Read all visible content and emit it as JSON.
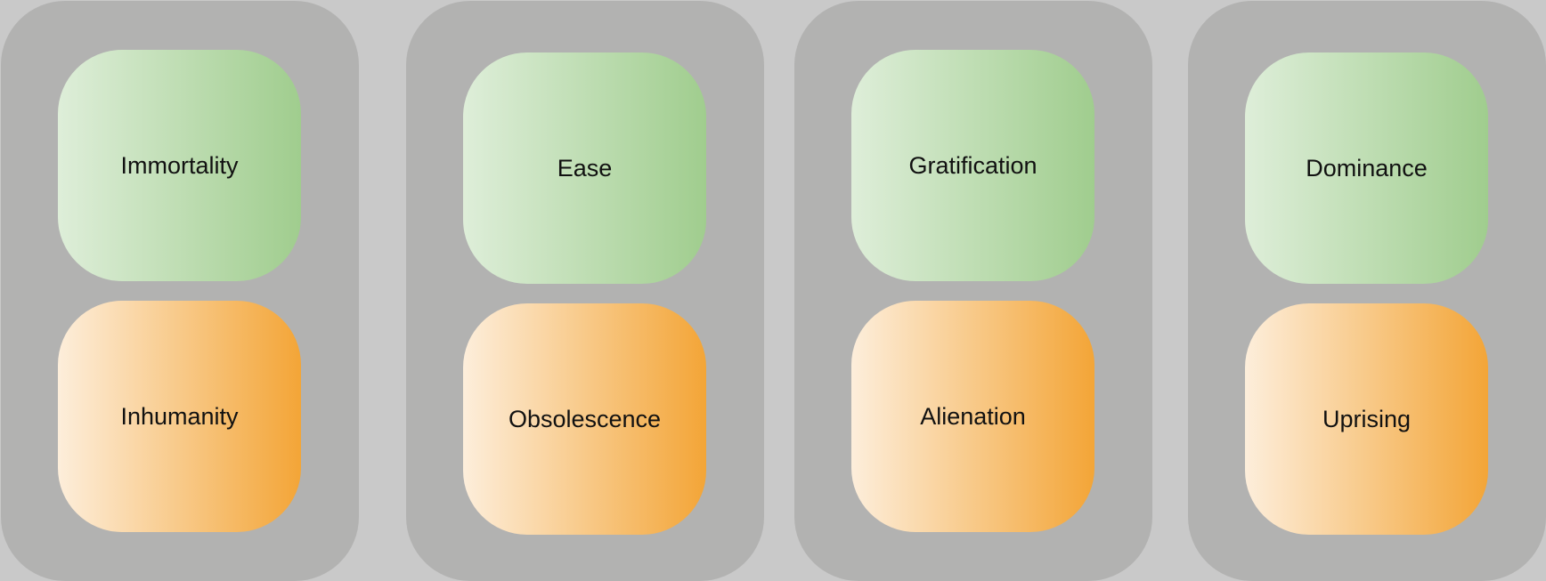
{
  "colors": {
    "canvas_background": "#c9c9c9",
    "column_background": "#b2b2b1",
    "benefit_gradient": [
      "#deeed9",
      "#a0cd8e"
    ],
    "risk_gradient": [
      "#fdeedb",
      "#f3a537"
    ],
    "label_text": "#111111"
  },
  "columns": [
    {
      "top_label": "Immortality",
      "bottom_label": "Inhumanity"
    },
    {
      "top_label": "Ease",
      "bottom_label": "Obsolescence"
    },
    {
      "top_label": "Gratification",
      "bottom_label": "Alienation"
    },
    {
      "top_label": "Dominance",
      "bottom_label": "Uprising"
    }
  ]
}
